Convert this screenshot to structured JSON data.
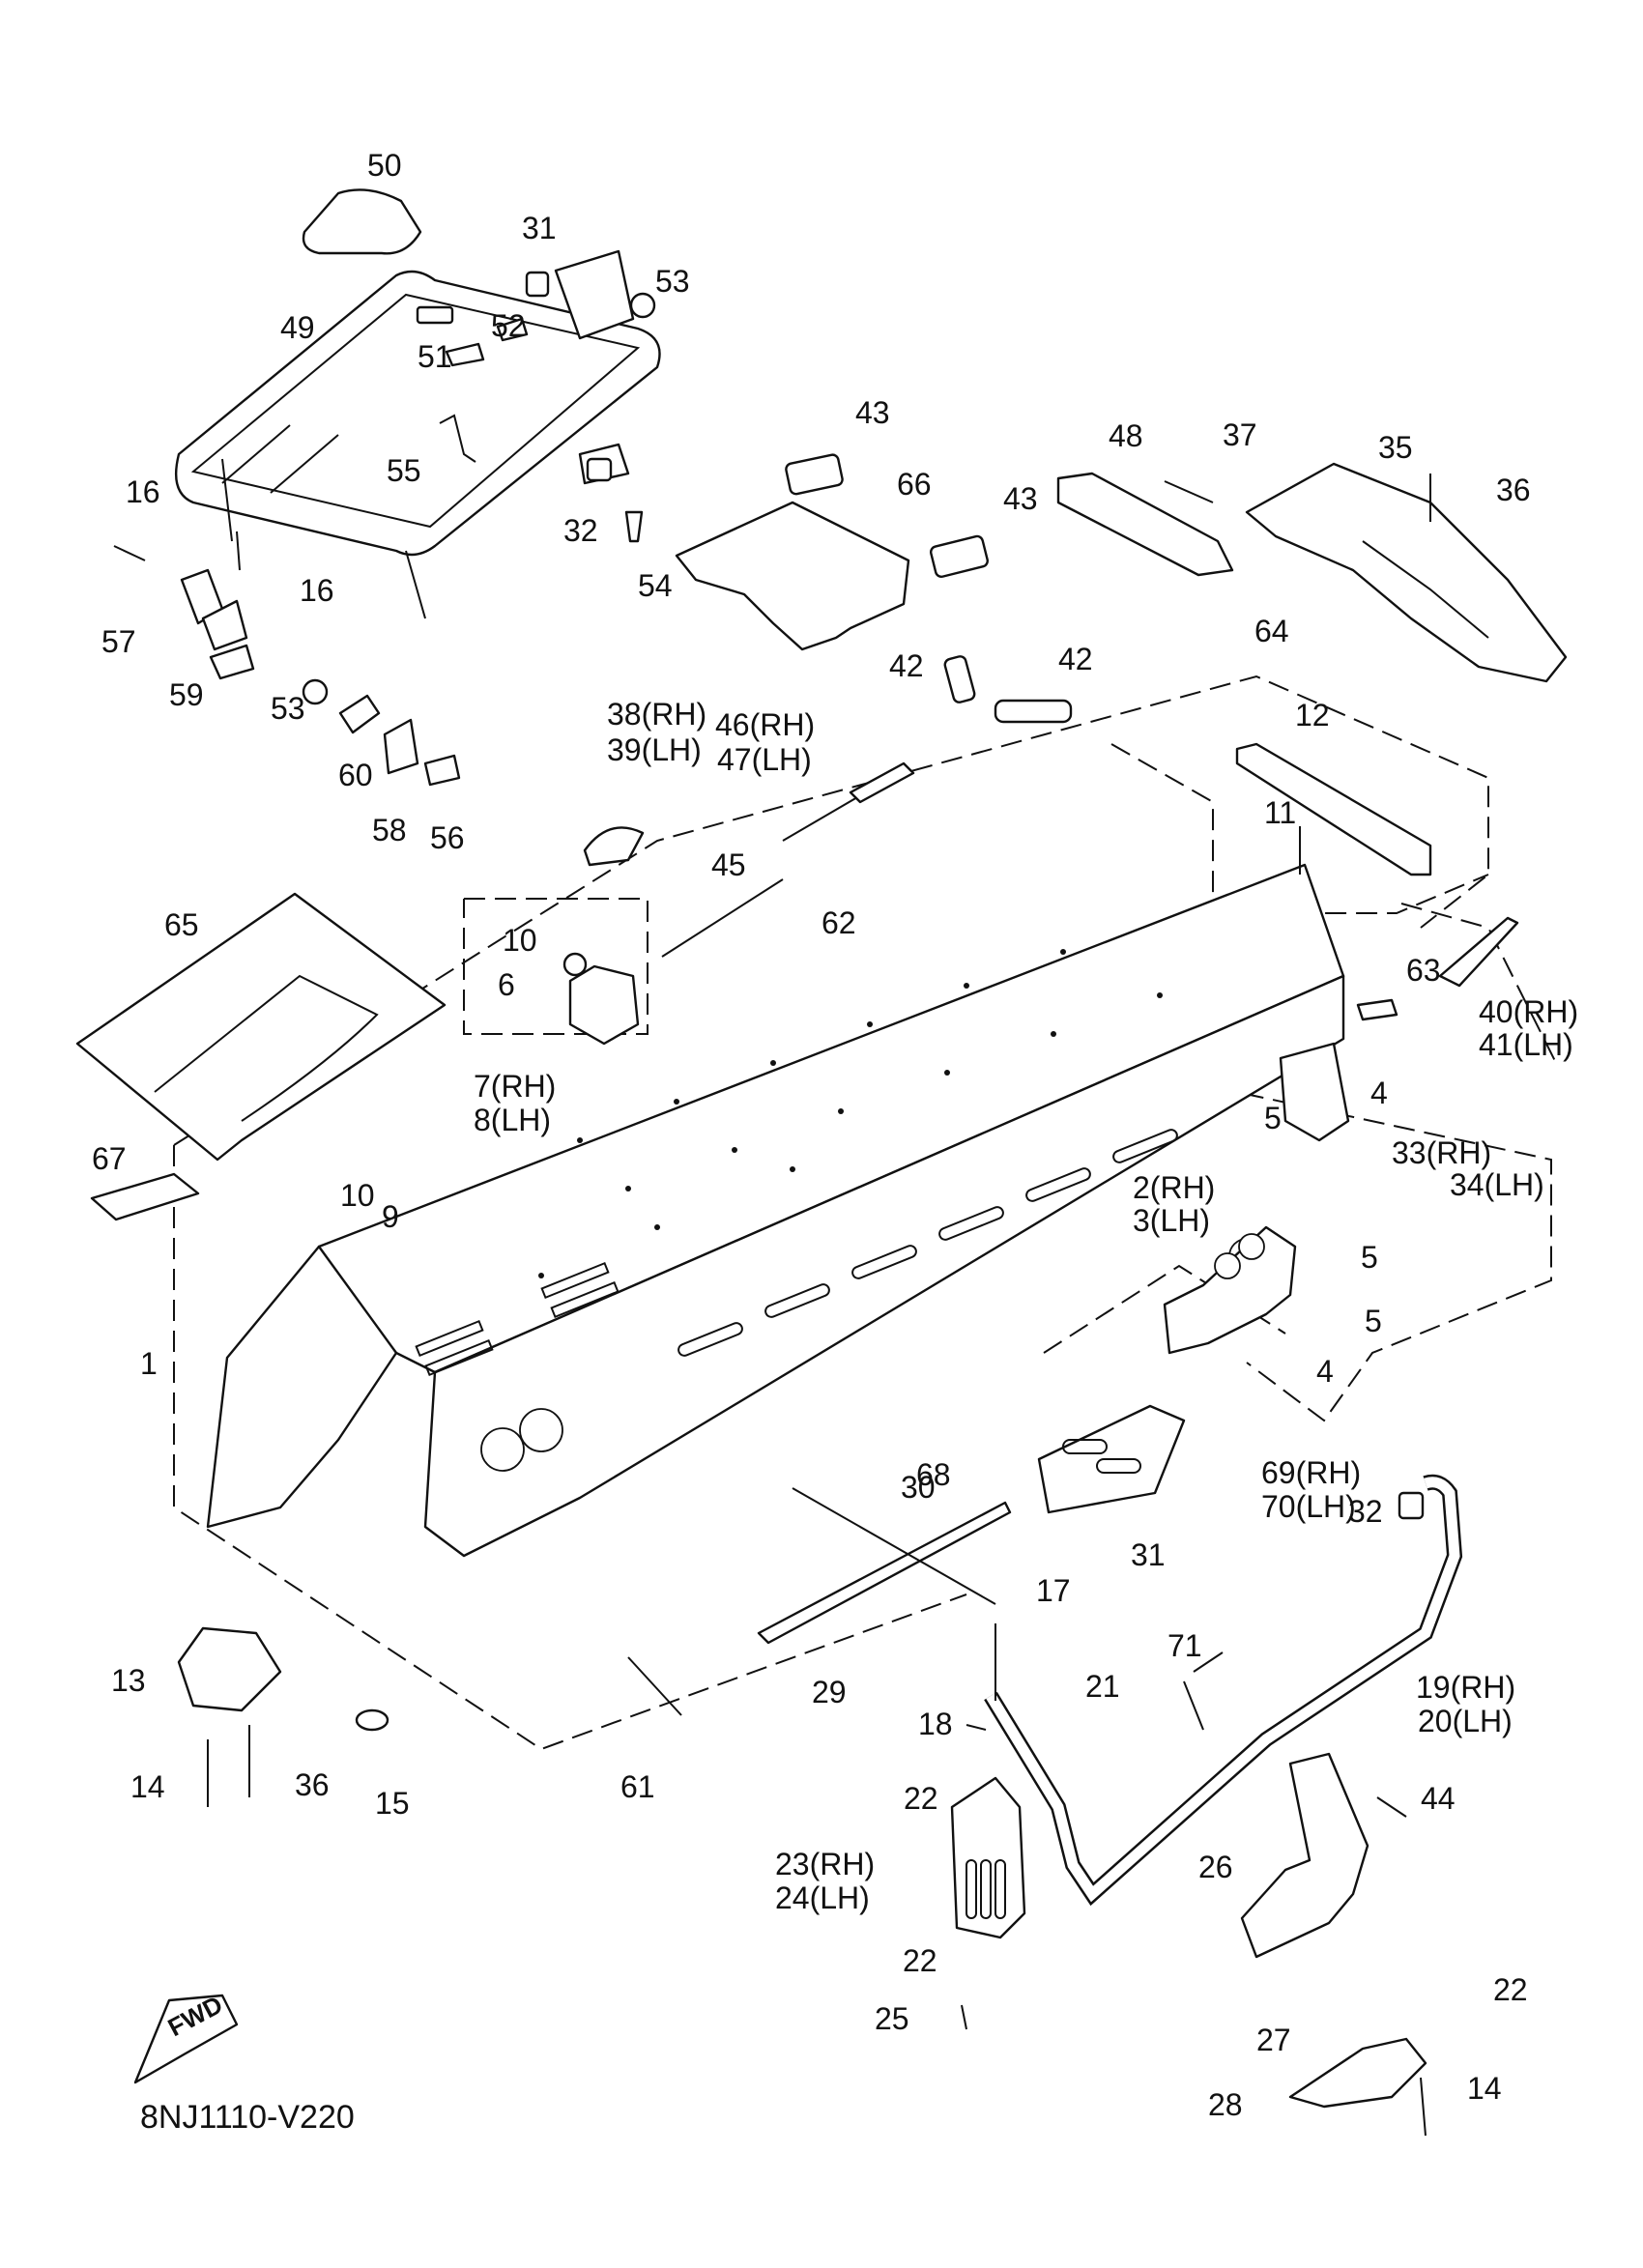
{
  "diagram_code": "8NJ1110-V220",
  "fwd_badge": "FWD",
  "callouts": [
    "50",
    "31",
    "53",
    "49",
    "52",
    "51",
    "55",
    "32",
    "54",
    "16",
    "16",
    "57",
    "59",
    "53",
    "60",
    "58",
    "56",
    "43",
    "66",
    "43",
    "48",
    "37",
    "35",
    "36",
    "64",
    "42",
    "42",
    "12",
    "11",
    "38(RH)",
    "39(LH)",
    "46(RH)",
    "47(LH)",
    "45",
    "62",
    "65",
    "10",
    "6",
    "63",
    "40(RH)",
    "41(LH)",
    "4",
    "7(RH)",
    "8(LH)",
    "5",
    "33(RH)",
    "34(LH)",
    "67",
    "10",
    "9",
    "5",
    "2(RH)",
    "3(LH)",
    "5",
    "4",
    "1",
    "68",
    "69(RH)",
    "70(LH)",
    "30",
    "31",
    "32",
    "17",
    "29",
    "71",
    "21",
    "19(RH)",
    "20(LH)",
    "13",
    "18",
    "14",
    "36",
    "15",
    "61",
    "22",
    "44",
    "23(RH)",
    "24(LH)",
    "26",
    "22",
    "22",
    "25",
    "27",
    "14",
    "28"
  ]
}
